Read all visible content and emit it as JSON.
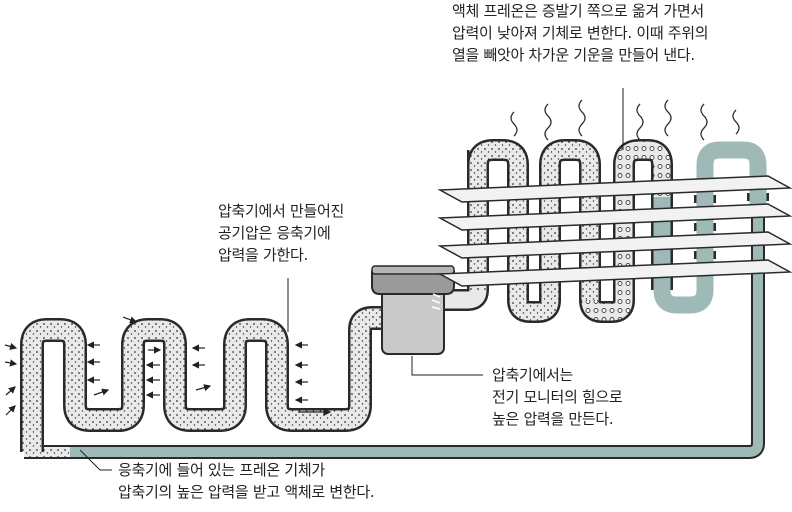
{
  "labels": {
    "evaporator": [
      "액체 프레온은 증발기 쪽으로 옮겨 가면서",
      "압력이 낮아져 기체로 변한다. 이때 주위의",
      "열을 빼앗아 차가운 기운을 만들어 낸다."
    ],
    "compressed_gas": [
      "압축기에서 만들어진",
      "공기압은 응축기에",
      "압력을 가한다."
    ],
    "compressor": [
      "압축기에서는",
      "전기 모니터의 힘으로",
      "높은 압력을 만든다."
    ],
    "condenser": [
      "응축기에 들어 있는 프레온 기체가",
      "압축기의 높은 압력을 받고 액체로 변한다."
    ]
  },
  "colors": {
    "pipe_fill": "#e9e9e9",
    "pipe_cool": "#9fb9b7",
    "outline": "#2a2a2a",
    "compressor_body": "#c9c9c9",
    "compressor_top": "#9a9a9a",
    "fin": "#f2f2f2"
  }
}
